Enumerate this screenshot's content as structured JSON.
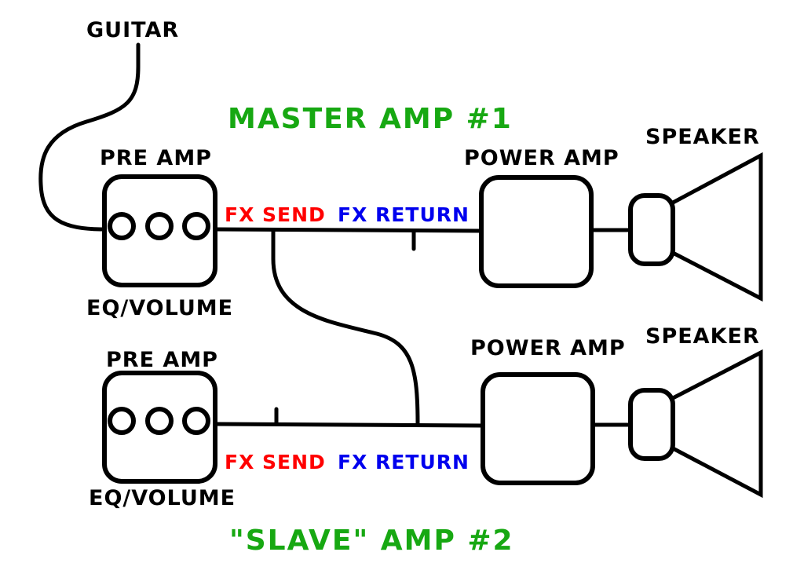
{
  "colors": {
    "green": "#17a812",
    "red": "#ff0000",
    "blue": "#0000ee",
    "black": "#000000",
    "background": "#ffffff"
  },
  "labels": {
    "guitar": "GUITAR",
    "master_title": "MASTER AMP #1",
    "slave_title": "\"SLAVE\" AMP #2"
  },
  "master_amp": {
    "pre_amp": "PRE AMP",
    "eq_volume": "EQ/VOLUME",
    "fx_send": "FX SEND",
    "fx_return": "FX RETURN",
    "power_amp": "POWER AMP",
    "speaker": "SPEAKER",
    "knob_count": 3
  },
  "slave_amp": {
    "pre_amp": "PRE AMP",
    "eq_volume": "EQ/VOLUME",
    "fx_send": "FX SEND",
    "fx_return": "FX RETURN",
    "power_amp": "POWER AMP",
    "speaker": "SPEAKER",
    "knob_count": 3
  },
  "connections": [
    {
      "from": "guitar",
      "to": "master_amp.pre_amp"
    },
    {
      "from": "master_amp.pre_amp",
      "to": "master_amp.power_amp",
      "via": "fx_send/fx_return loop"
    },
    {
      "from": "master_amp.fx_send",
      "to": "slave_amp.fx_return"
    },
    {
      "from": "slave_amp.power_amp",
      "to": "slave_amp.speaker"
    },
    {
      "from": "master_amp.power_amp",
      "to": "master_amp.speaker"
    }
  ]
}
